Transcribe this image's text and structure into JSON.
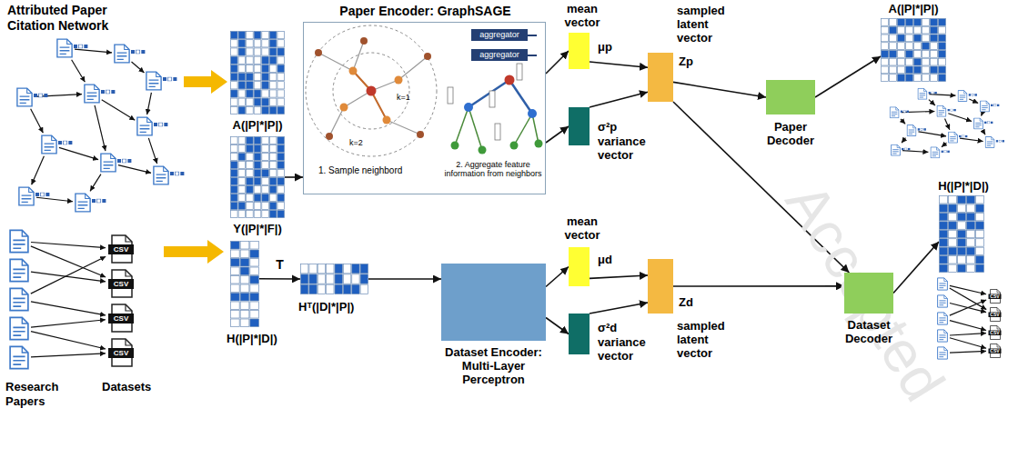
{
  "diagram": {
    "nodes": [
      {
        "text": [
          "A(|P|*|P|)"
        ]
      },
      {
        "text": [
          "Y(|P|*|F|)"
        ]
      },
      {
        "text": [
          "Paper Encoder: GraphSAGE"
        ]
      },
      {
        "text": [
          "mean vector",
          "μp"
        ]
      },
      {
        "text": [
          "σ²p",
          "variance vector"
        ]
      },
      {
        "text": [
          "sampled latent vector",
          "Zp"
        ]
      },
      {
        "text": [
          "Paper Decoder"
        ]
      },
      {
        "text": [
          "A(|P|*|P|)"
        ]
      },
      {
        "text": [
          "H(|P|*|D|)"
        ]
      },
      {
        "text": [
          "Hᵀ(|D|*|P|)"
        ]
      },
      {
        "text": [
          "Dataset Encoder: Multi-Layer Perceptron"
        ]
      },
      {
        "text": [
          "mean vector",
          "μd"
        ]
      },
      {
        "text": [
          "σ²d",
          "variance vector"
        ]
      },
      {
        "text": [
          "sampled latent vector",
          "Zd"
        ]
      },
      {
        "text": [
          "Dataset Decoder"
        ]
      },
      {
        "text": [
          "H(|P|*|D|)"
        ]
      }
    ],
    "edges": [
      {
        "from": 1,
        "to": 2,
        "arrow": "to"
      },
      {
        "from": 2,
        "to": 3,
        "arrow": "to"
      },
      {
        "from": 2,
        "to": 4,
        "arrow": "to"
      },
      {
        "from": 3,
        "to": 5,
        "arrow": "to"
      },
      {
        "from": 4,
        "to": 5,
        "arrow": "to"
      },
      {
        "from": 5,
        "to": 6,
        "arrow": "to"
      },
      {
        "from": 5,
        "to": 14,
        "arrow": "to"
      },
      {
        "from": 6,
        "to": 7,
        "arrow": "to"
      },
      {
        "from": 8,
        "to": 9,
        "label": "T",
        "arrow": "to"
      },
      {
        "from": 9,
        "to": 10,
        "arrow": "to"
      },
      {
        "from": 10,
        "to": 11,
        "arrow": "to"
      },
      {
        "from": 10,
        "to": 12,
        "arrow": "to"
      },
      {
        "from": 11,
        "to": 13,
        "arrow": "to"
      },
      {
        "from": 12,
        "to": 13,
        "arrow": "to"
      },
      {
        "from": 13,
        "to": 14,
        "arrow": "to"
      },
      {
        "from": 14,
        "to": 15,
        "arrow": "to"
      }
    ],
    "labels": [
      "Attributed Paper Citation Network",
      "1. Sample neighbord",
      "2. Aggregate feature information from neighbors",
      "k=1",
      "k=2",
      "aggregator",
      "aggregator",
      "Research Papers",
      "Datasets",
      "CSV",
      "CSV",
      "CSV",
      "CSV",
      "CSV",
      "CSV",
      "CSV",
      "CSV",
      "Accepted"
    ]
  }
}
